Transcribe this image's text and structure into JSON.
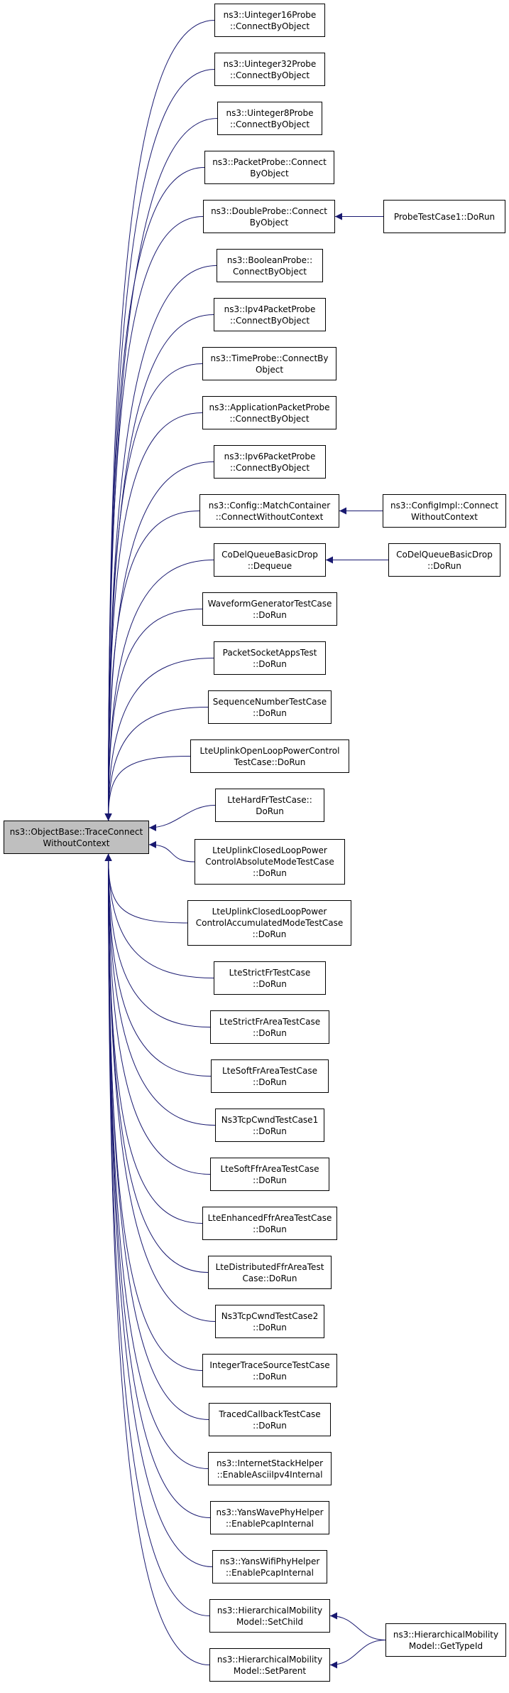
{
  "colors": {
    "edge": "#191970",
    "root_fill": "#bfbfbf",
    "node_fill": "#ffffff",
    "border": "#000000"
  },
  "root": {
    "id": "n0",
    "lines": [
      "ns3::ObjectBase::TraceConnect",
      "WithoutContext"
    ]
  },
  "callers": [
    {
      "id": "n1",
      "lines": [
        "ns3::Uinteger16Probe",
        "::ConnectByObject"
      ]
    },
    {
      "id": "n2",
      "lines": [
        "ns3::Uinteger32Probe",
        "::ConnectByObject"
      ]
    },
    {
      "id": "n3",
      "lines": [
        "ns3::Uinteger8Probe",
        "::ConnectByObject"
      ]
    },
    {
      "id": "n4",
      "lines": [
        "ns3::PacketProbe::Connect",
        "ByObject"
      ]
    },
    {
      "id": "n5",
      "lines": [
        "ns3::DoubleProbe::Connect",
        "ByObject"
      ]
    },
    {
      "id": "n6",
      "lines": [
        "ns3::BooleanProbe::",
        "ConnectByObject"
      ]
    },
    {
      "id": "n7",
      "lines": [
        "ns3::Ipv4PacketProbe",
        "::ConnectByObject"
      ]
    },
    {
      "id": "n8",
      "lines": [
        "ns3::TimeProbe::ConnectBy",
        "Object"
      ]
    },
    {
      "id": "n9",
      "lines": [
        "ns3::ApplicationPacketProbe",
        "::ConnectByObject"
      ]
    },
    {
      "id": "n10",
      "lines": [
        "ns3::Ipv6PacketProbe",
        "::ConnectByObject"
      ]
    },
    {
      "id": "n11",
      "lines": [
        "ns3::Config::MatchContainer",
        "::ConnectWithoutContext"
      ]
    },
    {
      "id": "n12",
      "lines": [
        "CoDelQueueBasicDrop",
        "::Dequeue"
      ]
    },
    {
      "id": "n13",
      "lines": [
        "WaveformGeneratorTestCase",
        "::DoRun"
      ]
    },
    {
      "id": "n14",
      "lines": [
        "PacketSocketAppsTest",
        "::DoRun"
      ]
    },
    {
      "id": "n15",
      "lines": [
        "SequenceNumberTestCase",
        "::DoRun"
      ]
    },
    {
      "id": "n16",
      "lines": [
        "LteUplinkOpenLoopPowerControl",
        "TestCase::DoRun"
      ]
    },
    {
      "id": "n17",
      "lines": [
        "LteHardFrTestCase::",
        "DoRun"
      ]
    },
    {
      "id": "n18",
      "lines": [
        "LteUplinkClosedLoopPower",
        "ControlAbsoluteModeTestCase",
        "::DoRun"
      ]
    },
    {
      "id": "n19",
      "lines": [
        "LteUplinkClosedLoopPower",
        "ControlAccumulatedModeTestCase",
        "::DoRun"
      ]
    },
    {
      "id": "n20",
      "lines": [
        "LteStrictFrTestCase",
        "::DoRun"
      ]
    },
    {
      "id": "n21",
      "lines": [
        "LteStrictFrAreaTestCase",
        "::DoRun"
      ]
    },
    {
      "id": "n22",
      "lines": [
        "LteSoftFrAreaTestCase",
        "::DoRun"
      ]
    },
    {
      "id": "n23",
      "lines": [
        "Ns3TcpCwndTestCase1",
        "::DoRun"
      ]
    },
    {
      "id": "n24",
      "lines": [
        "LteSoftFfrAreaTestCase",
        "::DoRun"
      ]
    },
    {
      "id": "n25",
      "lines": [
        "LteEnhancedFfrAreaTestCase",
        "::DoRun"
      ]
    },
    {
      "id": "n26",
      "lines": [
        "LteDistributedFfrAreaTest",
        "Case::DoRun"
      ]
    },
    {
      "id": "n27",
      "lines": [
        "Ns3TcpCwndTestCase2",
        "::DoRun"
      ]
    },
    {
      "id": "n28",
      "lines": [
        "IntegerTraceSourceTestCase",
        "::DoRun"
      ]
    },
    {
      "id": "n29",
      "lines": [
        "TracedCallbackTestCase",
        "::DoRun"
      ]
    },
    {
      "id": "n30",
      "lines": [
        "ns3::InternetStackHelper",
        "::EnableAsciiIpv4Internal"
      ]
    },
    {
      "id": "n31",
      "lines": [
        "ns3::YansWavePhyHelper",
        "::EnablePcapInternal"
      ]
    },
    {
      "id": "n32",
      "lines": [
        "ns3::YansWifiPhyHelper",
        "::EnablePcapInternal"
      ]
    },
    {
      "id": "n33",
      "lines": [
        "ns3::HierarchicalMobility",
        "Model::SetChild"
      ]
    },
    {
      "id": "n34",
      "lines": [
        "ns3::HierarchicalMobility",
        "Model::SetParent"
      ]
    }
  ],
  "second_level": [
    {
      "id": "m1",
      "lines": [
        "ProbeTestCase1::DoRun"
      ]
    },
    {
      "id": "m2",
      "lines": [
        "ns3::ConfigImpl::Connect",
        "WithoutContext"
      ]
    },
    {
      "id": "m3",
      "lines": [
        "CoDelQueueBasicDrop",
        "::DoRun"
      ]
    },
    {
      "id": "m4",
      "lines": [
        "ns3::HierarchicalMobility",
        "Model::GetTypeId"
      ]
    }
  ],
  "links": [
    {
      "from": "m1",
      "to": "n5"
    },
    {
      "from": "m2",
      "to": "n11"
    },
    {
      "from": "m3",
      "to": "n12"
    },
    {
      "from": "m4",
      "to": "n33"
    },
    {
      "from": "m4",
      "to": "n34"
    }
  ]
}
